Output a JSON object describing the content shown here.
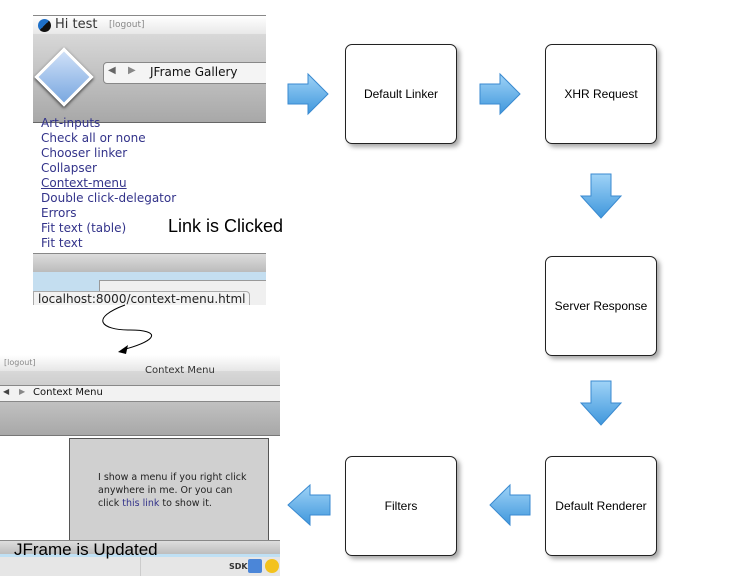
{
  "flow": {
    "boxes": [
      "Default Linker",
      "XHR Request",
      "Server Response",
      "Default Renderer",
      "Filters"
    ],
    "arrow_color": "#5aaee8"
  },
  "shot1": {
    "greeting": "Hi test",
    "logout": "[logout]",
    "nav_title": "JFrame Gallery",
    "links": [
      "Art-inputs",
      "Check all or none",
      "Chooser linker",
      "Collapser",
      "Context-menu",
      "Double click-delegator",
      "Errors",
      "Fit text (table)",
      "Fit text"
    ],
    "status_url": "localhost:8000/context-menu.html"
  },
  "label_clicked": "Link is Clicked",
  "shot2": {
    "logout": "[logout]",
    "window_title": "Context Menu",
    "nav_title": "Context Menu",
    "text_before": "I show a menu if you right click anywhere in me. Or you can click ",
    "link": "this link",
    "text_after": " to show it.",
    "sdk": "SDK"
  },
  "label_updated": "JFrame is Updated"
}
